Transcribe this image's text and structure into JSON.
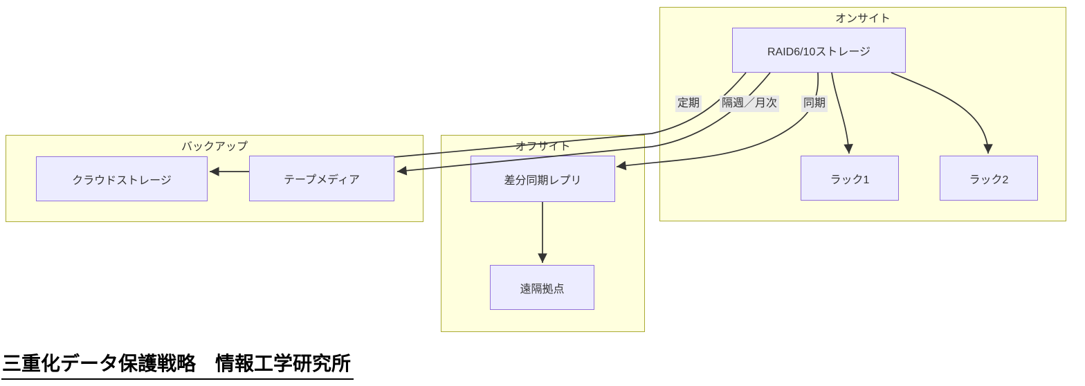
{
  "diagram": {
    "clusters": {
      "backup": {
        "label": "バックアップ"
      },
      "offsite": {
        "label": "オフサイト"
      },
      "onsite": {
        "label": "オンサイト"
      }
    },
    "nodes": {
      "cloud": {
        "label": "クラウドストレージ"
      },
      "tape": {
        "label": "テープメディア"
      },
      "repl": {
        "label": "差分同期レプリ"
      },
      "remote": {
        "label": "遠隔拠点"
      },
      "raid": {
        "label": "RAID6/10ストレージ"
      },
      "rack1": {
        "label": "ラック1"
      },
      "rack2": {
        "label": "ラック2"
      }
    },
    "edge_labels": {
      "teiki": {
        "text": "定期"
      },
      "kakushu": {
        "text": "隔週／月次"
      },
      "douki": {
        "text": "同期"
      }
    },
    "edges": [
      {
        "from": "RAID6/10ストレージ",
        "to": "テープメディア",
        "label": "定期"
      },
      {
        "from": "RAID6/10ストレージ",
        "to": "テープメディア",
        "label": "隔週／月次"
      },
      {
        "from": "RAID6/10ストレージ",
        "to": "差分同期レプリ",
        "label": "同期"
      },
      {
        "from": "RAID6/10ストレージ",
        "to": "ラック1",
        "label": ""
      },
      {
        "from": "RAID6/10ストレージ",
        "to": "ラック2",
        "label": ""
      },
      {
        "from": "テープメディア",
        "to": "クラウドストレージ",
        "label": ""
      },
      {
        "from": "差分同期レプリ",
        "to": "遠隔拠点",
        "label": ""
      }
    ],
    "title": "三重化データ保護戦略　情報工学研究所",
    "colors": {
      "cluster_fill": "#ffffde",
      "cluster_border": "#aaaa33",
      "node_fill": "#ececff",
      "node_border": "#9370db",
      "edge": "#333333",
      "edge_label_bg": "#e8e8e8",
      "text": "#333333",
      "title_text": "#000000"
    }
  }
}
